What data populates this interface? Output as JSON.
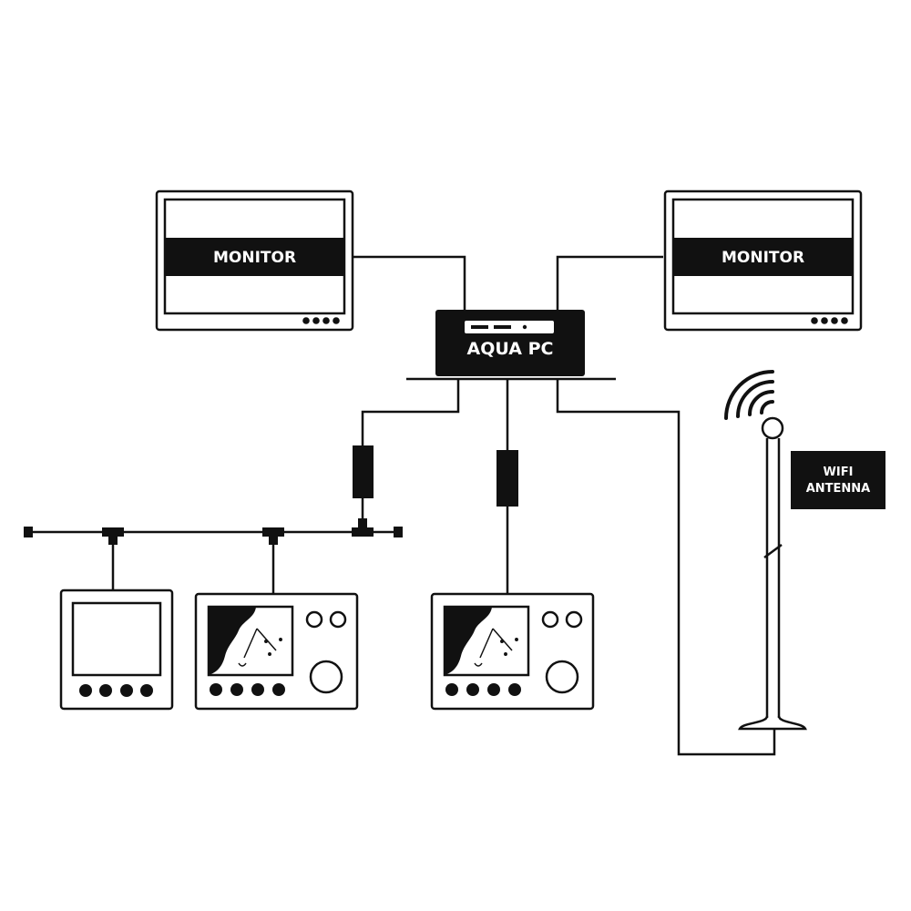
{
  "colors": {
    "ink": "#111111",
    "paper": "#ffffff"
  },
  "monitor_left": {
    "label": "MONITOR"
  },
  "monitor_right": {
    "label": "MONITOR"
  },
  "aqua_pc": {
    "label": "AQUA PC"
  },
  "wifi_antenna": {
    "line1": "WIFI",
    "line2": "ANTENNA"
  },
  "icons": [
    "monitor-icon",
    "computer-box-icon",
    "wifi-antenna-icon",
    "plotter-display-icon",
    "chart-plotter-icon",
    "filter-icon",
    "t-connector-icon"
  ]
}
